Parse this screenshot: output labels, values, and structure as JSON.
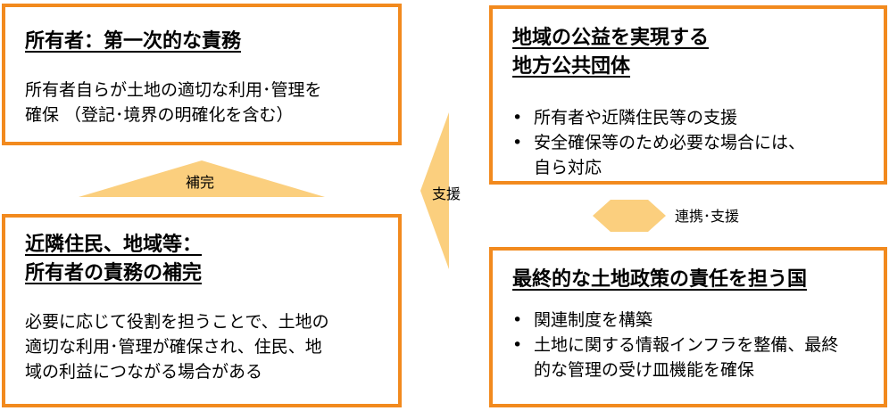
{
  "owner_box": {
    "title": "所有者：第一次的な責務",
    "body_lines": [
      "所有者自らが土地の適切な利用･管理を",
      "確保 （登記･境界の明確化を含む）"
    ]
  },
  "local_gov_box": {
    "title_lines": [
      "地域の公益を実現する",
      "地方公共団体"
    ],
    "bullets": [
      [
        "所有者や近隣住民等の支援"
      ],
      [
        "安全確保等のため必要な場合には、",
        "自ら対応"
      ]
    ]
  },
  "neighbors_box": {
    "title_lines": [
      "近隣住民、地域等：",
      "所有者の責務の補完"
    ],
    "body_lines": [
      "必要に応じて役割を担うことで、土地の",
      "適切な利用･管理が確保され、住民、地",
      "域の利益につながる場合がある"
    ]
  },
  "national_gov_box": {
    "title": "最終的な土地政策の責任を担う国",
    "bullets": [
      [
        "関連制度を構築"
      ],
      [
        "土地に関する情報インフラを整備、最終",
        "的な管理の受け皿機能を確保"
      ]
    ]
  },
  "arrows": {
    "complement_label": "補完",
    "support_label": "支援",
    "coop_label": "連携･支援",
    "fill_color": "#fbcf7e"
  },
  "colors": {
    "border": "#f28a1e",
    "arrow_fill": "#fbcf7e"
  }
}
